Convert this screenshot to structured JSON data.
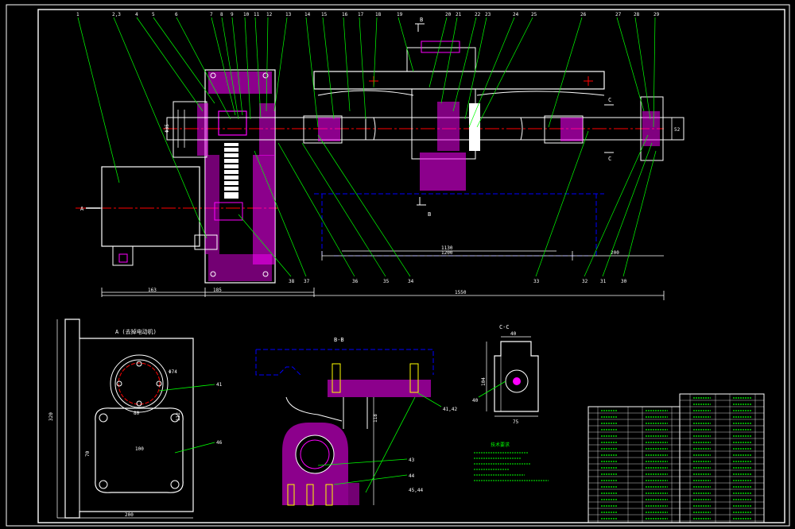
{
  "colors": {
    "background": "#000000",
    "frame": "#ffffff",
    "part": "#ff00ff",
    "hatch": "#ff40ff",
    "centerline": "#ff0000",
    "leader": "#00ff00",
    "dimension": "#ffffff",
    "hidden": "#0000ff",
    "solid_white": "#ffffff",
    "yellow": "#ffff00"
  },
  "balloons_top": [
    "1",
    "2,3",
    "4",
    "5",
    "6",
    "7",
    "8",
    "9",
    "10",
    "11",
    "12",
    "13",
    "14",
    "15",
    "16",
    "17",
    "18",
    "19",
    "20",
    "21",
    "22",
    "23",
    "24",
    "25",
    "26",
    "27",
    "28",
    "29"
  ],
  "balloons_bottom": [
    "38",
    "37",
    "36",
    "35",
    "34",
    "33",
    "32",
    "31",
    "30"
  ],
  "section_marks": {
    "b_top": "B",
    "b_bottom": "B",
    "c_top": "C",
    "c_bottom": "C",
    "a_left": "A"
  },
  "dims_main": {
    "d_163": "163",
    "d_185": "185",
    "d_1550": "1550",
    "d_1130": "1130",
    "d_1200": "1200",
    "d_200": "200",
    "d_52": "52",
    "d_phi": "Φ35"
  },
  "view_a": {
    "title": "A (去掉电动机)",
    "phi74": "Φ74",
    "d80": "80",
    "d112": "112",
    "d100": "100",
    "d70": "70",
    "d320": "320",
    "d200": "200",
    "b41": "41",
    "b46": "46"
  },
  "view_b": {
    "title": "B-B",
    "d118": "118",
    "b4142": "41,42",
    "b43": "43",
    "b44": "44",
    "b4544": "45,44"
  },
  "view_c": {
    "title": "C-C",
    "d40": "40",
    "d104": "104",
    "d75": "75",
    "b40": "40"
  },
  "notes_title": "技术要求"
}
